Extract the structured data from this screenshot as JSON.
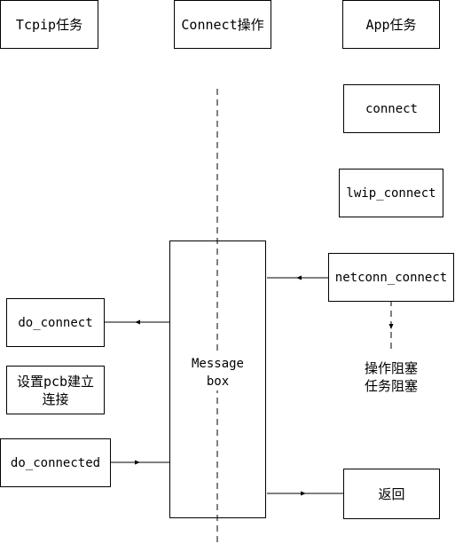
{
  "headers": {
    "tcpip_task": "Tcpip任务",
    "connect_op": "Connect操作",
    "app_task": "App任务"
  },
  "app_column": {
    "connect": "connect",
    "lwip_connect": "lwip_connect",
    "netconn_connect": "netconn_connect",
    "blocked_note": "操作阻塞\n任务阻塞",
    "return": "返回"
  },
  "tcpip_column": {
    "do_connect": "do_connect",
    "setup_pcb": "设置pcb建立\n连接",
    "do_connected": "do_connected"
  },
  "message_box": {
    "label": "Message\nbox"
  }
}
